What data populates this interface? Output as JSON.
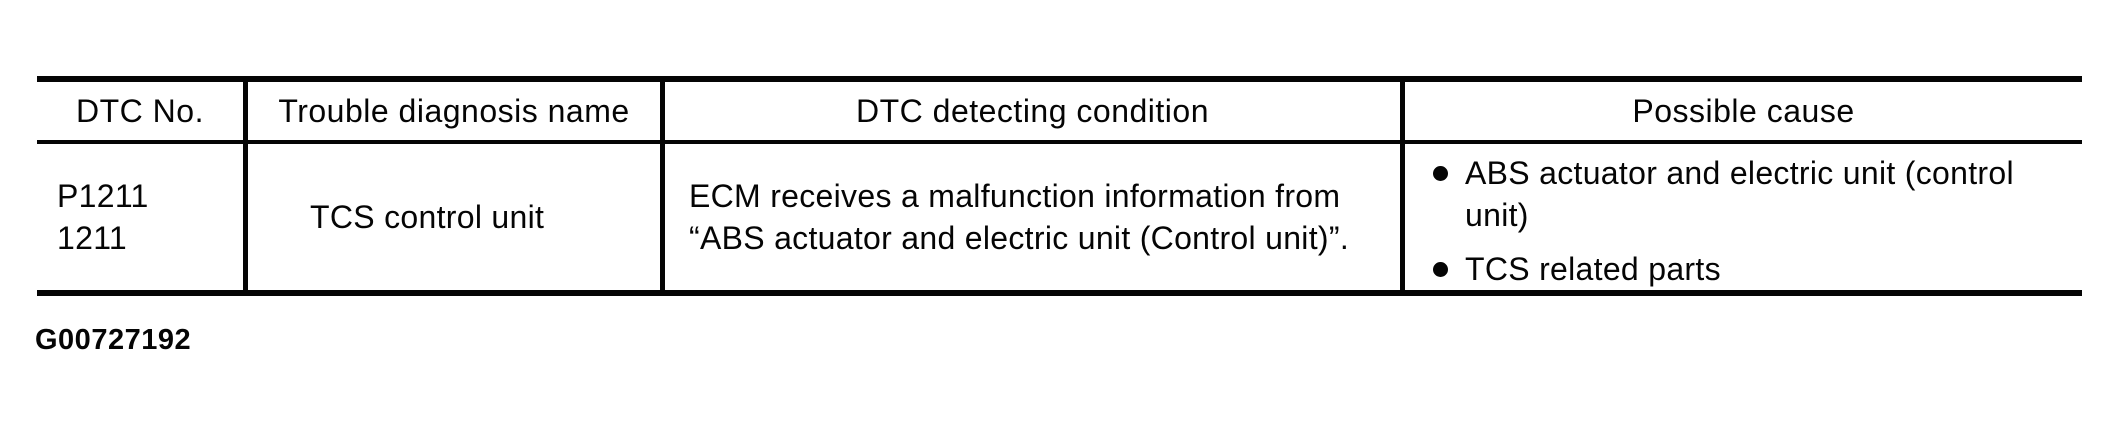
{
  "figure": {
    "caption": "G00727192"
  },
  "table": {
    "columns": [
      "DTC No.",
      "Trouble diagnosis name",
      "DTC detecting condition",
      "Possible cause"
    ],
    "row": {
      "dtc_no": {
        "line1": "P1211",
        "line2": "1211"
      },
      "trouble_diagnosis_name": "TCS control unit",
      "dtc_detecting_condition": {
        "line1": "ECM receives a malfunction information from",
        "line2": "“ABS actuator and electric unit (Control unit)”."
      },
      "possible_causes": [
        "ABS actuator and electric unit (control unit)",
        "TCS related parts"
      ]
    }
  },
  "colors": {
    "ink": "#050505",
    "background": "#ffffff"
  }
}
